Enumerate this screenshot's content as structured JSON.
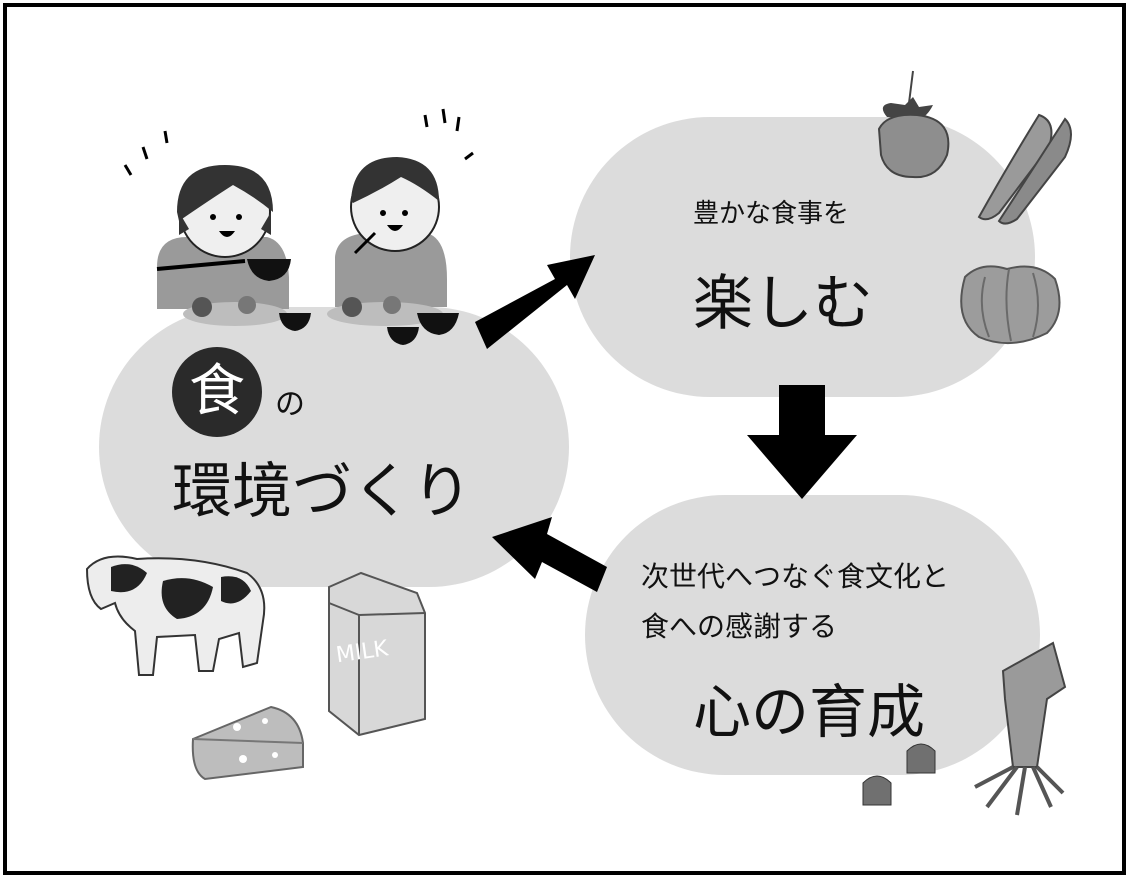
{
  "left_node": {
    "circle_char": "食",
    "particle": "の",
    "title": "環境づくり"
  },
  "top_right_node": {
    "subtitle": "豊かな食事を",
    "title": "楽しむ"
  },
  "bottom_right_node": {
    "subtitle_line1": "次世代へつなぐ食文化と",
    "subtitle_line2": "食への感謝する",
    "title": "心の育成"
  },
  "milk_label": "MILK",
  "colors": {
    "node_fill": "#dcdcdc",
    "arrow": "#000000",
    "frame": "#000000"
  },
  "icons": [
    "children-eating-icon",
    "strawberry-icon",
    "pea-pod-icon",
    "pumpkin-icon",
    "cow-icon",
    "milk-carton-icon",
    "cheese-icon",
    "squid-icon",
    "shellfish-icon"
  ]
}
